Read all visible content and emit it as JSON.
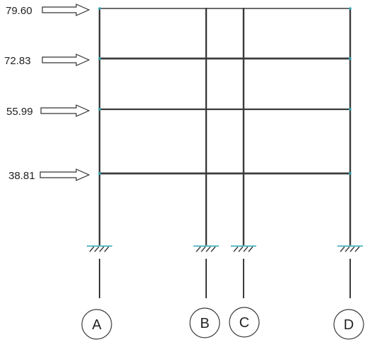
{
  "loads": [
    {
      "label": "79.60"
    },
    {
      "label": "72.83"
    },
    {
      "label": "55.99"
    },
    {
      "label": "38.81"
    }
  ],
  "axes": [
    {
      "label": "A"
    },
    {
      "label": "B"
    },
    {
      "label": "C"
    },
    {
      "label": "D"
    }
  ],
  "colors": {
    "line": "#3a3a3a",
    "beam_joint": "#2aa7b3",
    "arrow": "#333333"
  }
}
